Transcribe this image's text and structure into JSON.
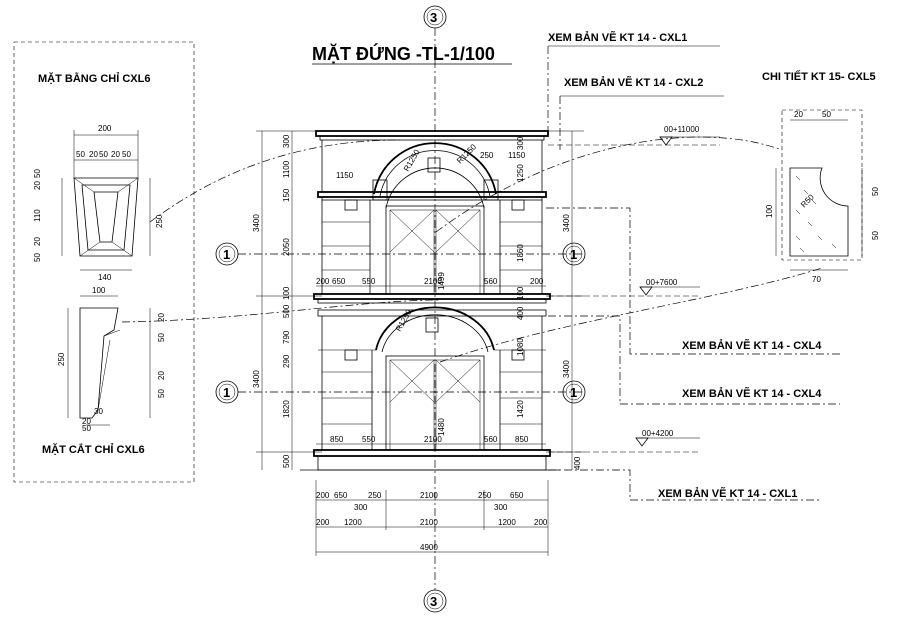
{
  "title": "MẶT ĐỨNG -TL-1/100",
  "grid_labels": {
    "top": "3",
    "bottom": "3",
    "left_upper": "1",
    "left_lower": "1",
    "right_upper": "1",
    "right_lower": "1"
  },
  "detail_left": {
    "plan_title": "MẶT BẰNG CHỈ CXL6",
    "section_title": "MẶT CẮT CHỈ CXL6",
    "plan_dims": {
      "top": "200",
      "top_parts": [
        "50",
        "20",
        "50",
        "20",
        "50"
      ],
      "bottom": "140",
      "left_parts": [
        "20",
        "50",
        "110",
        "20",
        "50"
      ],
      "right": "250"
    },
    "section_dims": {
      "top": "100",
      "left": "250",
      "right_parts": [
        "20",
        "50",
        "20",
        "50"
      ],
      "bottom_parts": [
        "30",
        "20",
        "50"
      ]
    }
  },
  "detail_right": {
    "title": "CHI TIẾT  KT 15- CXL5",
    "dims": {
      "top_parts": [
        "20",
        "50"
      ],
      "left": "100",
      "right_parts": [
        "50",
        "50"
      ],
      "bottom": "70",
      "radius": "R50"
    }
  },
  "callouts": [
    "XEM BẢN VẼ KT 14 - CXL1",
    "XEM BẢN VẼ KT 14 - CXL2",
    "XEM BẢN VẼ KT 14 - CXL4",
    "XEM BẢN VẼ KT 14 - CXL4",
    "XEM BẢN VẼ KT 14 - CXL1"
  ],
  "levels": [
    "00+11000",
    "00+7600",
    "00+4200"
  ],
  "left_dims": {
    "outer": [
      "3400",
      "3400"
    ],
    "inner_upper": [
      "300",
      "1100",
      "150",
      "2050",
      "100"
    ],
    "inner_lower": [
      "500",
      "790",
      "290",
      "1820",
      "500"
    ]
  },
  "right_dims": {
    "outer": [
      "3400",
      "3400"
    ],
    "inner_upper": [
      "300",
      "1250",
      "1860",
      "100"
    ],
    "inner_lower": [
      "400",
      "1080",
      "1420",
      "400"
    ]
  },
  "floor_upper_dims": [
    "200",
    "650",
    "550",
    "2100",
    "560",
    "200"
  ],
  "floor_lower_dims": [
    "850",
    "550",
    "2100",
    "560",
    "850"
  ],
  "bottom_dims": {
    "row1": [
      "200",
      "650",
      "250",
      "2100",
      "250",
      "650"
    ],
    "row1_sub": [
      "300",
      "300"
    ],
    "row2": [
      "200",
      "1200",
      "2100",
      "1200",
      "200"
    ],
    "total": "4900"
  },
  "upper_top_dims": [
    "1150",
    "250",
    "1150"
  ],
  "arch_labels": [
    "R1250",
    "R1250",
    "1499",
    "R1250",
    "1480"
  ]
}
